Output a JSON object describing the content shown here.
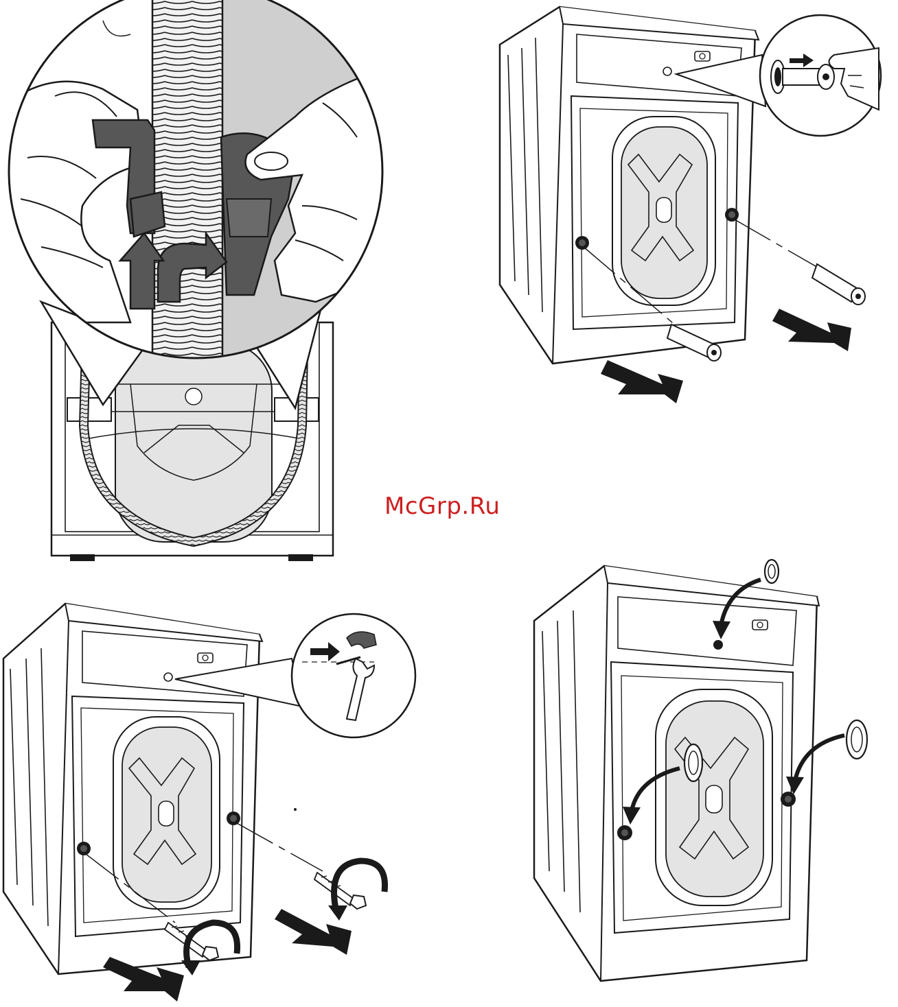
{
  "watermark": {
    "text": "McGrp.Ru",
    "color": "#cc1f1f"
  },
  "colors": {
    "line": "#1a1a1a",
    "tub_fill": "#e4e4e4",
    "clip_fill": "#575757",
    "hose_fill": "#d9d9d9",
    "backdrop_grey": "#cfcfcf",
    "arrow_fill": "#1a1a1a"
  },
  "panels": [
    {
      "name": "panel-hose-clip-removal",
      "icons": [
        "hose-icon",
        "hose-clip-icon",
        "hand-icon",
        "rotate-arrow-icon",
        "magnifier-circle-icon"
      ]
    },
    {
      "name": "panel-spacer-removal",
      "icons": [
        "washer-back-icon",
        "spacer-icon",
        "pull-arrow-icon",
        "magnifier-circle-icon"
      ]
    },
    {
      "name": "panel-bolt-removal",
      "icons": [
        "washer-back-icon",
        "bolt-icon",
        "wrench-icon",
        "rotate-arrow-icon",
        "pull-arrow-icon"
      ]
    },
    {
      "name": "panel-cap-insertion",
      "icons": [
        "washer-back-icon",
        "plastic-cap-icon",
        "insert-arrow-icon"
      ]
    }
  ]
}
